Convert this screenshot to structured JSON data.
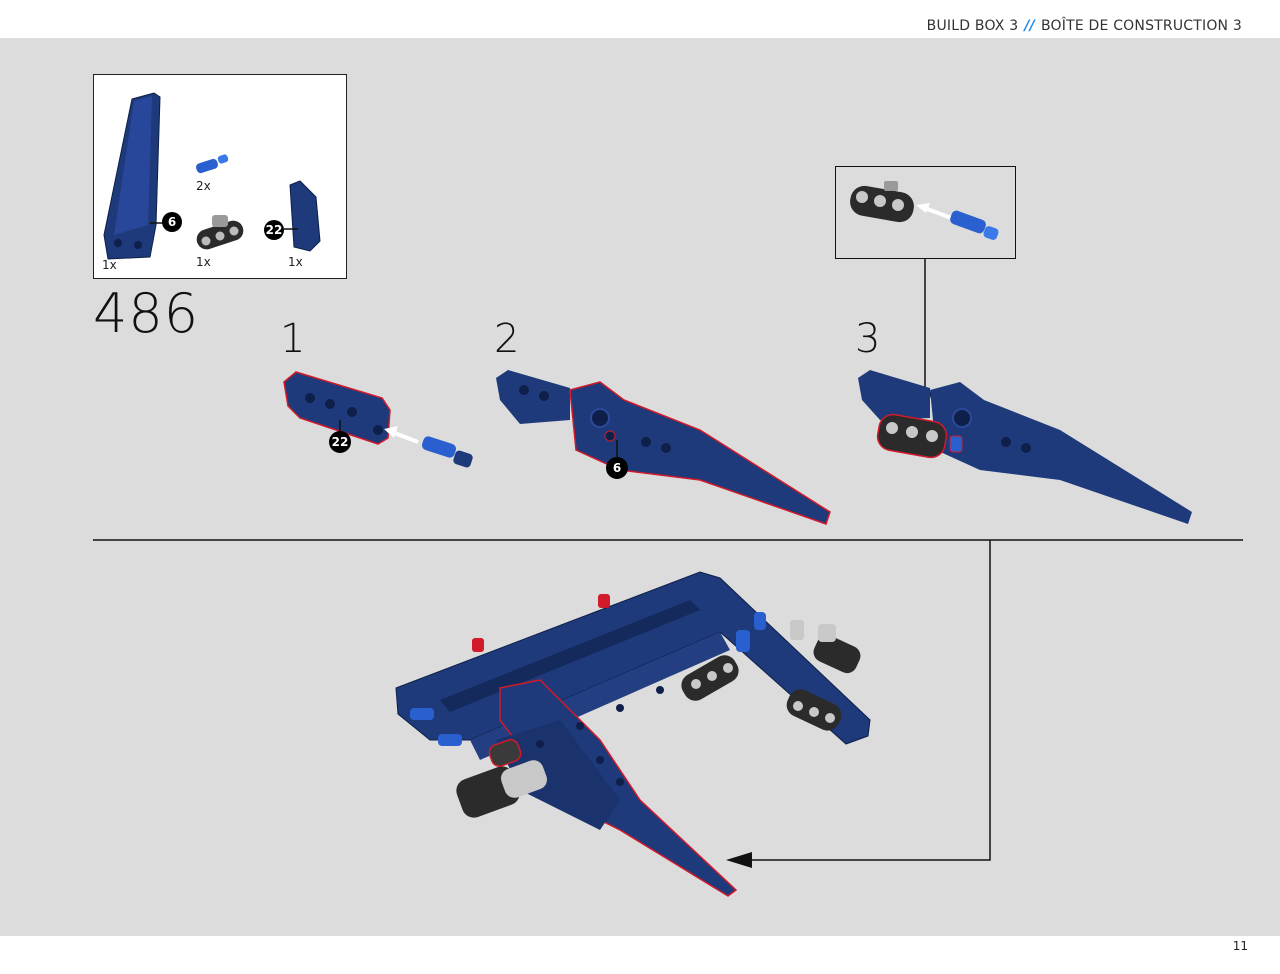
{
  "header": {
    "left": "BUILD BOX 3",
    "separator": "//",
    "right": "BOÎTE DE CONSTRUCTION 3"
  },
  "step": {
    "number": "486",
    "substeps": [
      "1",
      "2",
      "3"
    ]
  },
  "parts": [
    {
      "qty": "1x",
      "callout": "6"
    },
    {
      "qty": "2x"
    },
    {
      "qty": "1x"
    },
    {
      "qty": "1x",
      "callout": "22"
    }
  ],
  "callouts": {
    "sub1": "22",
    "sub2": "6"
  },
  "page_number": "11",
  "colors": {
    "dark_blue": "#1e3a7a",
    "medium_blue": "#2a5fd0",
    "highlight_red": "#d11a2a",
    "arrow_separator": "#1e88e5",
    "background": "#dcdcdc"
  }
}
